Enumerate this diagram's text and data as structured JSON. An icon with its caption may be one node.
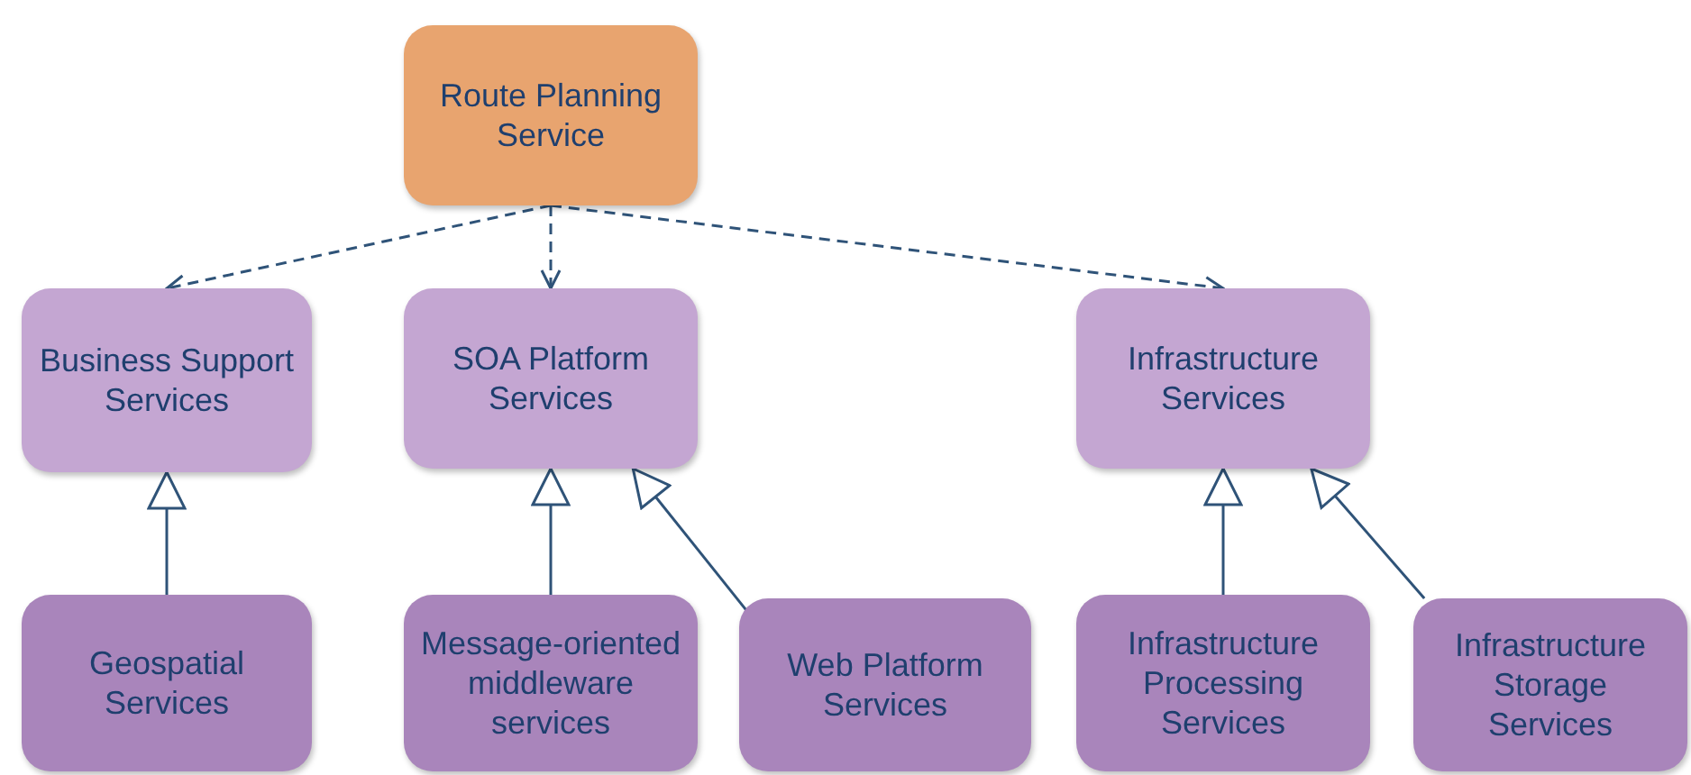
{
  "diagram": {
    "nodes": [
      {
        "text": [
          "Route Planning Service"
        ]
      },
      {
        "text": [
          "Business Support Services"
        ]
      },
      {
        "text": [
          "SOA Platform Services"
        ]
      },
      {
        "text": [
          "Infrastructure Services"
        ]
      },
      {
        "text": [
          "Geospatial Services"
        ]
      },
      {
        "text": [
          "Message-oriented middleware services"
        ]
      },
      {
        "text": [
          "Web Platform Services"
        ]
      },
      {
        "text": [
          "Infrastructure Processing Services"
        ]
      },
      {
        "text": [
          "Infrastructure Storage Services"
        ]
      }
    ],
    "edges": [
      {
        "from": 0,
        "to": 1,
        "arrow": "to",
        "style": "dashed"
      },
      {
        "from": 0,
        "to": 2,
        "arrow": "to",
        "style": "dashed"
      },
      {
        "from": 0,
        "to": 3,
        "arrow": "to",
        "style": "dashed"
      },
      {
        "from": 4,
        "to": 1,
        "arrow": "to"
      },
      {
        "from": 5,
        "to": 2,
        "arrow": "to"
      },
      {
        "from": 6,
        "to": 2,
        "arrow": "to"
      },
      {
        "from": 7,
        "to": 3,
        "arrow": "to"
      },
      {
        "from": 8,
        "to": 3,
        "arrow": "to"
      }
    ]
  }
}
